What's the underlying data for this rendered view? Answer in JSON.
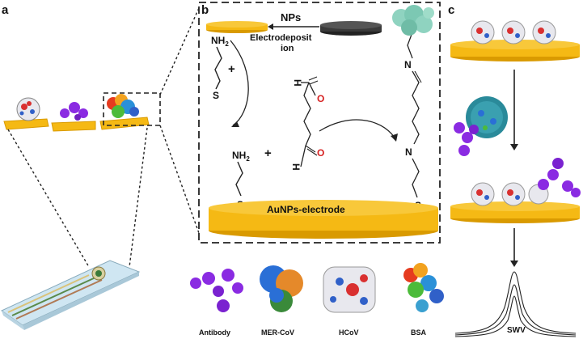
{
  "panels": {
    "a": "a",
    "b": "b",
    "c": "c"
  },
  "panel_b": {
    "nps": "NPs",
    "electrodeposition_line1": "Electrodeposit",
    "electrodeposition_line2": "ion",
    "nh2_top": "NH",
    "nh2_top_sub": "2",
    "plus_top": "+",
    "s_top": "S",
    "nh2_bottom": "NH",
    "nh2_bottom_sub": "2",
    "plus_bottom": "+",
    "s_bottom": "S",
    "h_top": "H",
    "o_top": "O",
    "h_bottom": "H",
    "o_bottom": "O",
    "n_top": "N",
    "n_bottom": "N",
    "s_right": "S",
    "electrode_label": "AuNPs-electrode"
  },
  "legend": [
    {
      "label": "Antibody"
    },
    {
      "label": "MER-CoV"
    },
    {
      "label": "HCoV"
    },
    {
      "label": "BSA"
    }
  ],
  "panel_c": {
    "swv_label": "SWV"
  },
  "colors": {
    "gold": "#f5b914",
    "gold_dark": "#d99a00",
    "antibody": "#8a2be2",
    "mers": "#2a6fd6",
    "hcov_red": "#d93030",
    "hcov_blue": "#3060c8",
    "bsa": "#3aa0d0",
    "dark_disk": "#3a3a3a",
    "teal_protein": "#8fd3c0"
  }
}
